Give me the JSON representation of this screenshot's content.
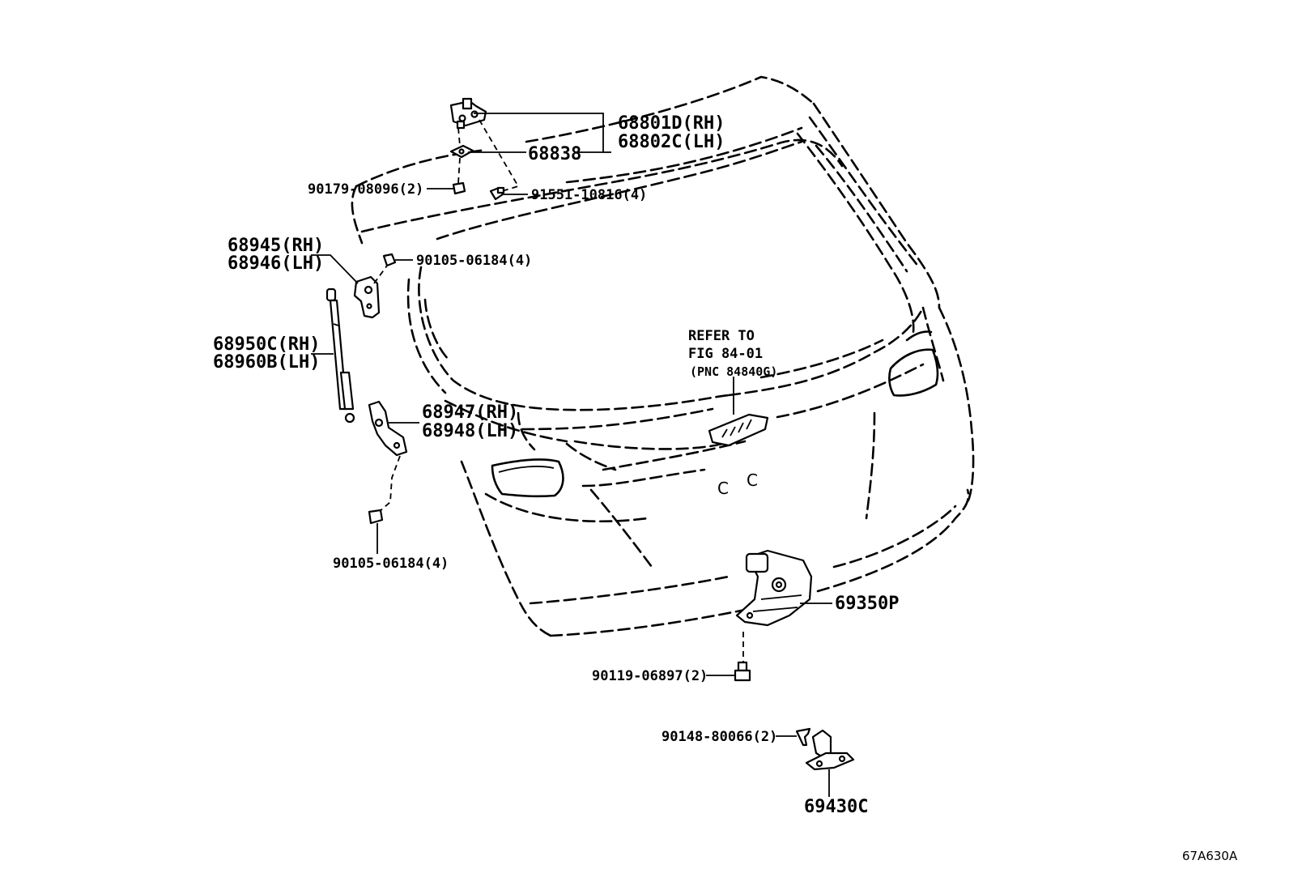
{
  "parts": {
    "hinge_rh": "68801D(RH)",
    "hinge_lh": "68802C(LH)",
    "hinge_plate": "68838",
    "nut_hinge": "90179-08096(2)",
    "bolt_hinge": "91551-10816(4)",
    "stay_bracket_upper_rh": "68945(RH)",
    "stay_bracket_upper_lh": "68946(LH)",
    "bolt_upper_bracket": "90105-06184(4)",
    "damper_rh": "68950C(RH)",
    "damper_lh": "68960B(LH)",
    "stay_bracket_lower_rh": "68947(RH)",
    "stay_bracket_lower_lh": "68948(LH)",
    "bolt_lower_bracket": "90105-06184(4)",
    "lock_assy": "69350P",
    "bolt_lock": "90119-06897(2)",
    "screw_striker": "90148-80066(2)",
    "striker": "69430C"
  },
  "refer": {
    "line1": "REFER TO",
    "line2": "FIG 84-01",
    "line3": "(PNC 84840G)"
  },
  "body_marks": {
    "mark_left": "C",
    "mark_right": "C"
  },
  "figure_code": "67A630A"
}
